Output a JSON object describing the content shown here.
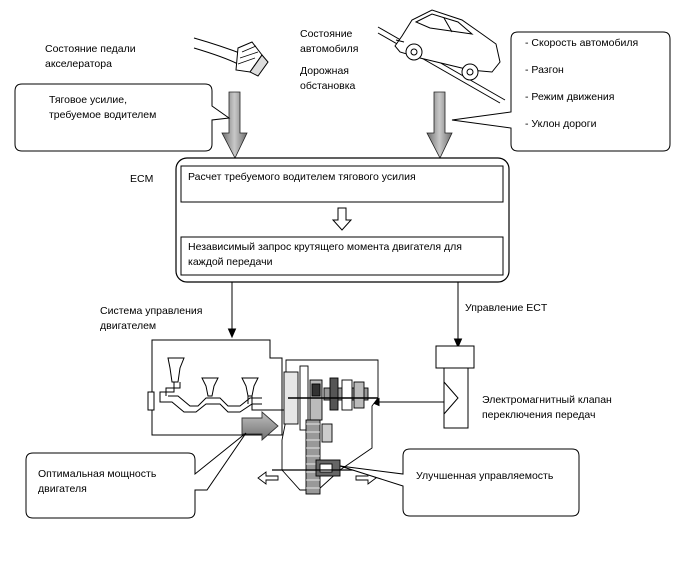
{
  "inputs": {
    "accelerator_label": "Состояние педали акселератора",
    "vehicle_state_label": "Состояние автомобиля",
    "road_label": "Дорожная обстановка"
  },
  "callouts": {
    "driver_force": "Тяговое усилие, требуемое водителем",
    "vehicle_conditions": [
      "- Скорость автомобиля",
      "- Разгон",
      "- Режим движения",
      "- Уклон дороги"
    ],
    "optimal_power": "Оптимальная мощность двигателя",
    "improved_handling": "Улучшенная управляемость"
  },
  "ecm": {
    "label": "ECM",
    "calc_box": "Расчет требуемого водителем тягового усилия",
    "torque_box": "Независимый запрос крутящего момента двигателя для каждой передачи"
  },
  "outputs": {
    "engine_control": "Система управления двигателем",
    "ect_control": "Управление ECT",
    "solenoid": "Электромагнитный клапан переключения передач"
  }
}
